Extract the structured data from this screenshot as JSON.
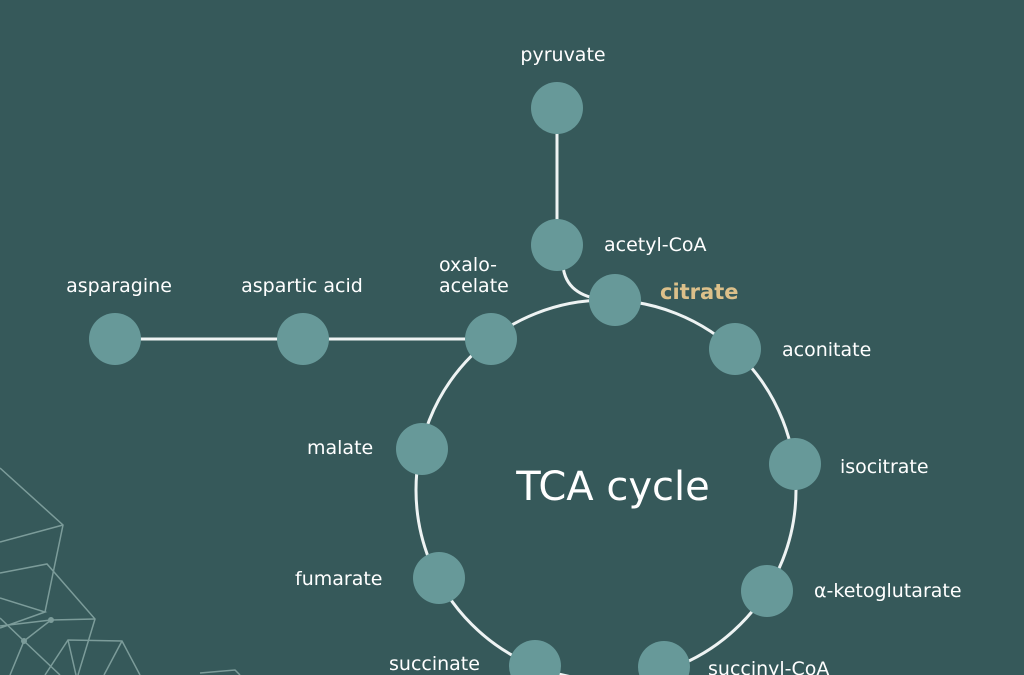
{
  "title": "TCA cycle",
  "colors": {
    "background": "#36595a",
    "node": "#679999",
    "edge": "#eef3f3",
    "highlight": "#dcc08a"
  },
  "labels": {
    "pyruvate": "pyruvate",
    "acetyl_coa": "acetyl-CoA",
    "citrate": "citrate",
    "aconitate": "aconitate",
    "isocitrate": "isocitrate",
    "ketoglutarate": "α-ketoglutarate",
    "succinyl_coa": "succinyl-CoA",
    "succinate": "succinate",
    "fumarate": "fumarate",
    "malate": "malate",
    "oxalo_1": "oxalo-",
    "oxalo_2": "acelate",
    "aspartic_acid": "aspartic acid",
    "asparagine": "asparagine"
  }
}
